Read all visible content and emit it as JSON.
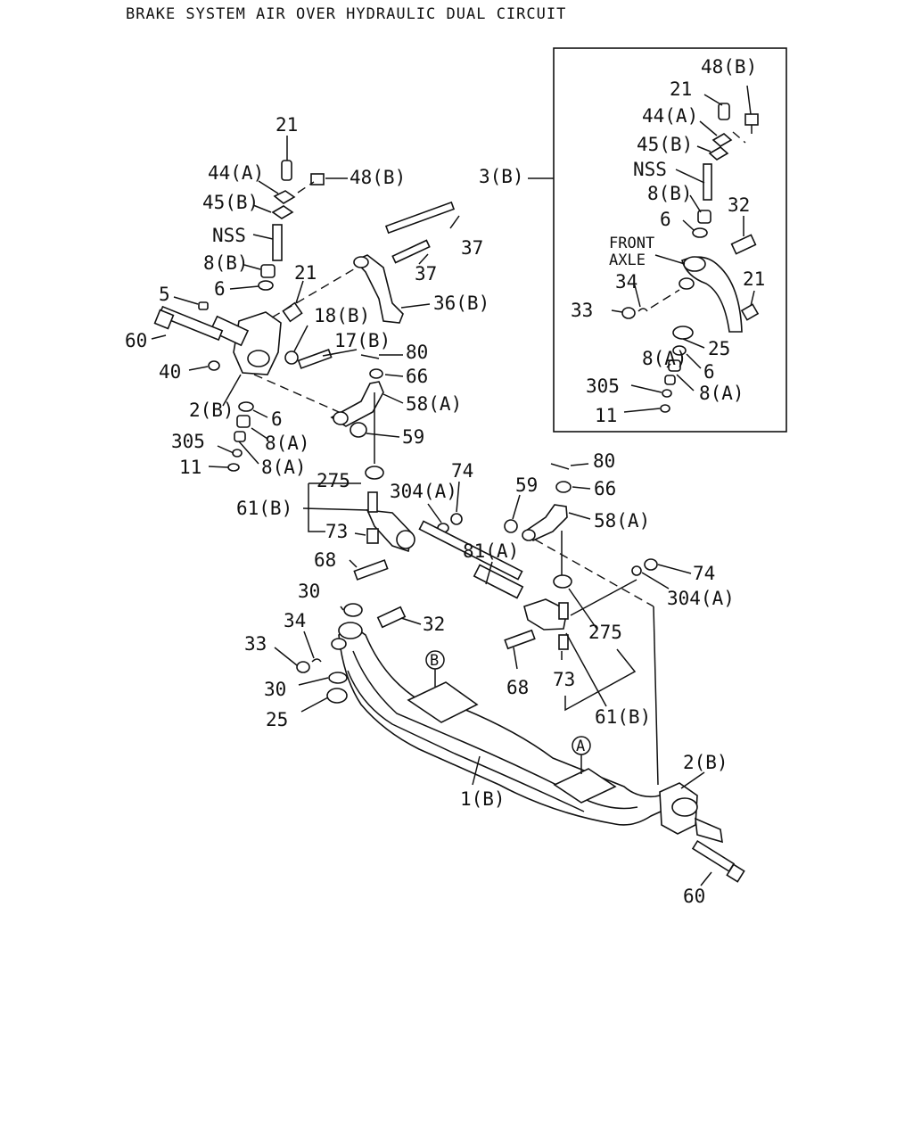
{
  "title": "BRAKE SYSTEM AIR OVER HYDRAULIC DUAL CIRCUIT",
  "inset": {
    "ref": "3(B)",
    "front_axle_line1": "FRONT",
    "front_axle_line2": "AXLE",
    "labels": [
      "48(B)",
      "21",
      "44(A)",
      "45(B)",
      "NSS",
      "8(B)",
      "6",
      "32",
      "34",
      "33",
      "21",
      "25",
      "8(A)",
      "6",
      "305",
      "8(A)",
      "11"
    ]
  },
  "main_labels": {
    "l21_top": "21",
    "l44a": "44(A)",
    "l48b": "48(B)",
    "l45b": "45(B)",
    "nss": "NSS",
    "l8b": "8(B)",
    "l6_top": "6",
    "l21_mid": "21",
    "l5": "5",
    "l18b": "18(B)",
    "l60_left": "60",
    "l17b": "17(B)",
    "l40": "40",
    "l80_top": "80",
    "l66_top": "66",
    "l2b_left": "2(B)",
    "l58a_top": "58(A)",
    "l6_bot": "6",
    "l305": "305",
    "l8a_1": "8(A)",
    "l59_top": "59",
    "l11": "11",
    "l8a_2": "8(A)",
    "l37_a": "37",
    "l37_b": "37",
    "l36b": "36(B)",
    "l275_left": "275",
    "l74_top": "74",
    "l304a_left": "304(A)",
    "l61b_left": "61(B)",
    "l73_left": "73",
    "l68_left": "68",
    "l81a": "81(A)",
    "l80_right": "80",
    "l59_right": "59",
    "l66_right": "66",
    "l58a_right": "58(A)",
    "l74_right": "74",
    "l304a_right": "304(A)",
    "l30_top": "30",
    "l34": "34",
    "l32": "32",
    "l33": "33",
    "l30_bot": "30",
    "l25": "25",
    "circle_b": "B",
    "l275_right": "275",
    "l68_right": "68",
    "l73_right": "73",
    "l61b_right": "61(B)",
    "circle_a": "A",
    "l1b": "1(B)",
    "l2b_right": "2(B)",
    "l60_right": "60"
  }
}
